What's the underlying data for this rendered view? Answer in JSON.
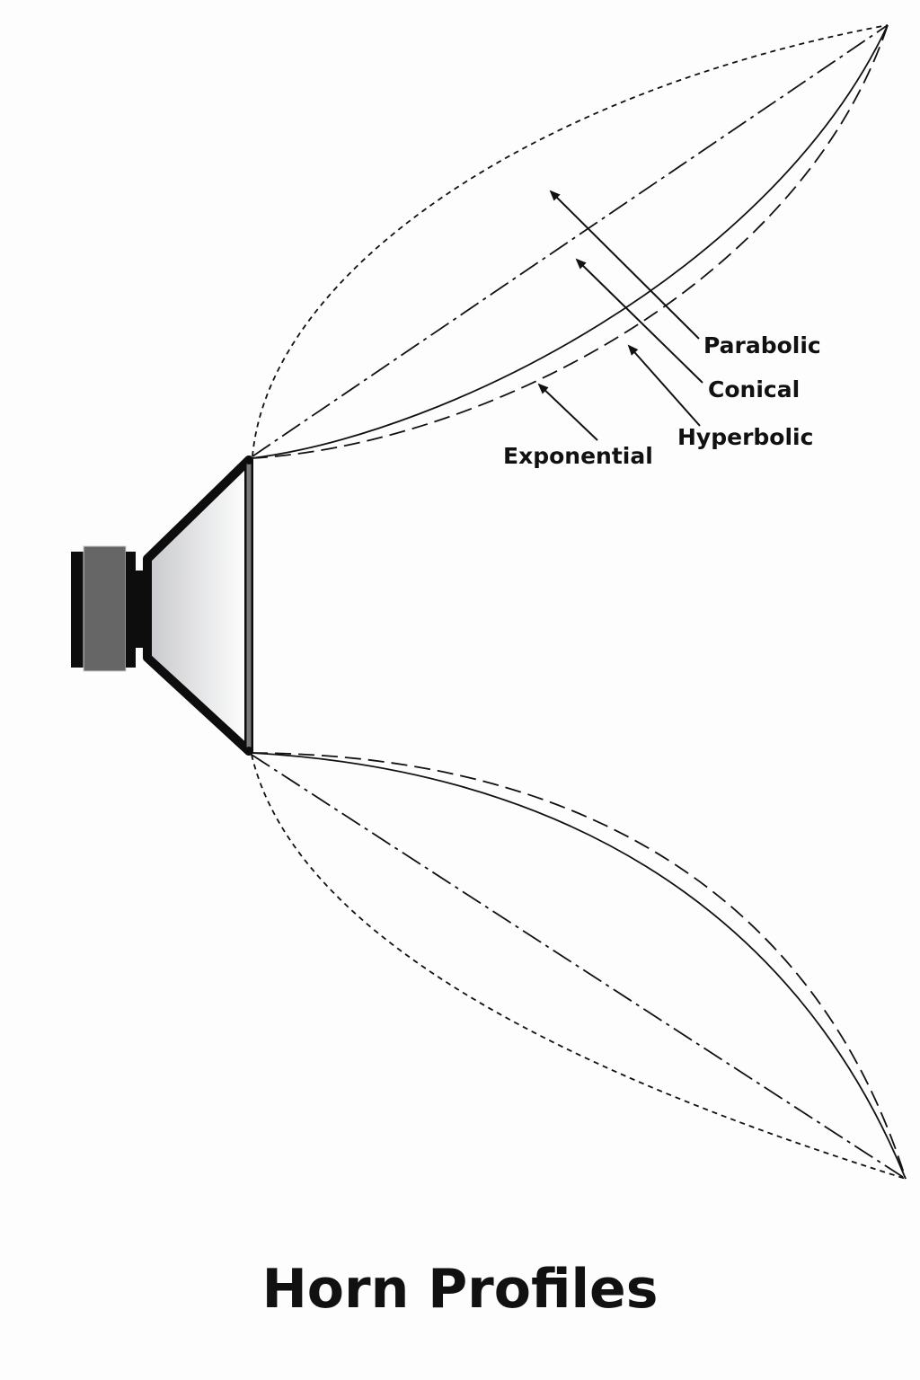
{
  "title": "Horn Profiles",
  "labels": {
    "parabolic": "Parabolic",
    "conical": "Conical",
    "hyperbolic": "Hyperbolic",
    "exponential": "Exponential"
  },
  "colors": {
    "line": "#111111",
    "magnet": "#666666",
    "mouth": "#7a7a7a"
  }
}
